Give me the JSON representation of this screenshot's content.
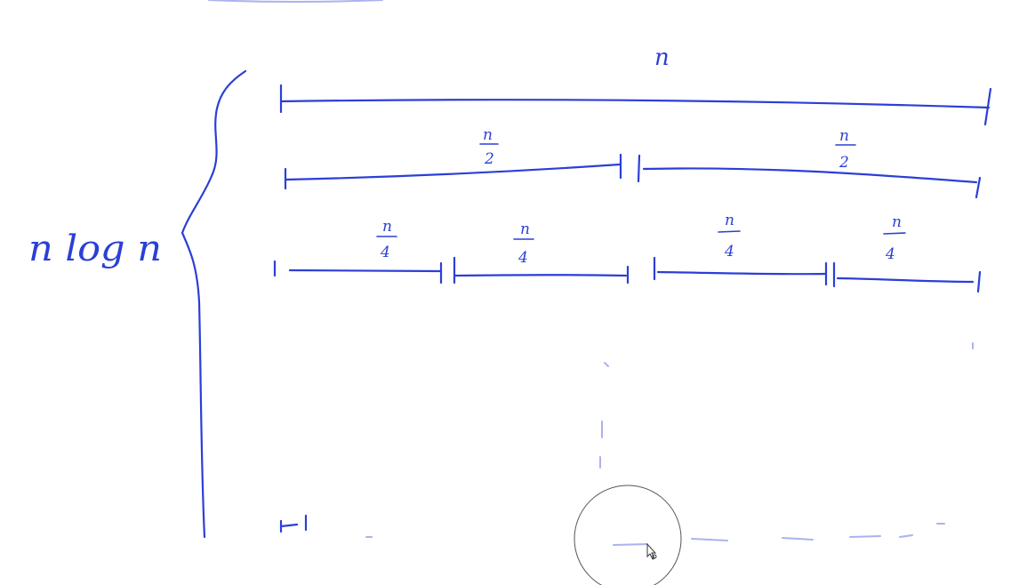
{
  "canvas": {
    "ink_color": "#2b3fd6",
    "background": "#ffffff"
  },
  "height_label": "n log n",
  "levels": [
    {
      "segments": [
        {
          "numerator": "n",
          "denominator": ""
        }
      ]
    },
    {
      "segments": [
        {
          "numerator": "n",
          "denominator": "2"
        },
        {
          "numerator": "n",
          "denominator": "2"
        }
      ]
    },
    {
      "segments": [
        {
          "numerator": "n",
          "denominator": "4"
        },
        {
          "numerator": "n",
          "denominator": "4"
        },
        {
          "numerator": "n",
          "denominator": "4"
        },
        {
          "numerator": "n",
          "denominator": "4"
        }
      ]
    }
  ],
  "cursor": {
    "icon": "pen-cursor-icon"
  }
}
